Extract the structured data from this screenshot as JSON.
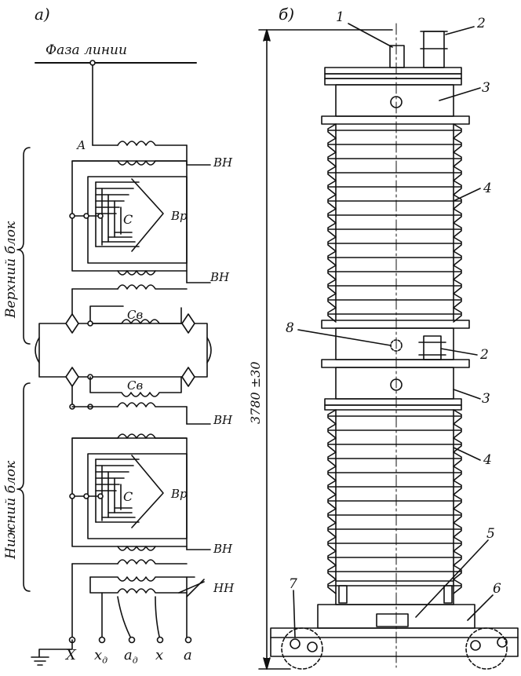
{
  "panels": {
    "left": "а)",
    "right": "б)"
  },
  "schematic": {
    "phase_label": "Фаза линии",
    "upper_block": "Верхний блок",
    "lower_block": "Нижний блок",
    "labels": {
      "A": "А",
      "vn": "ВН",
      "vr": "Вр",
      "c": "С",
      "sv": "Св",
      "nn": "НН"
    },
    "terminals": [
      "Х",
      "х",
      "а",
      "х",
      "а"
    ],
    "terminal_sub": "д"
  },
  "drawing": {
    "dimension": "3780 ±30",
    "callouts": [
      "1",
      "2",
      "3",
      "4",
      "8",
      "2",
      "3",
      "4",
      "5",
      "6",
      "7"
    ]
  },
  "colors": {
    "ink": "#111111",
    "background": "#ffffff"
  }
}
